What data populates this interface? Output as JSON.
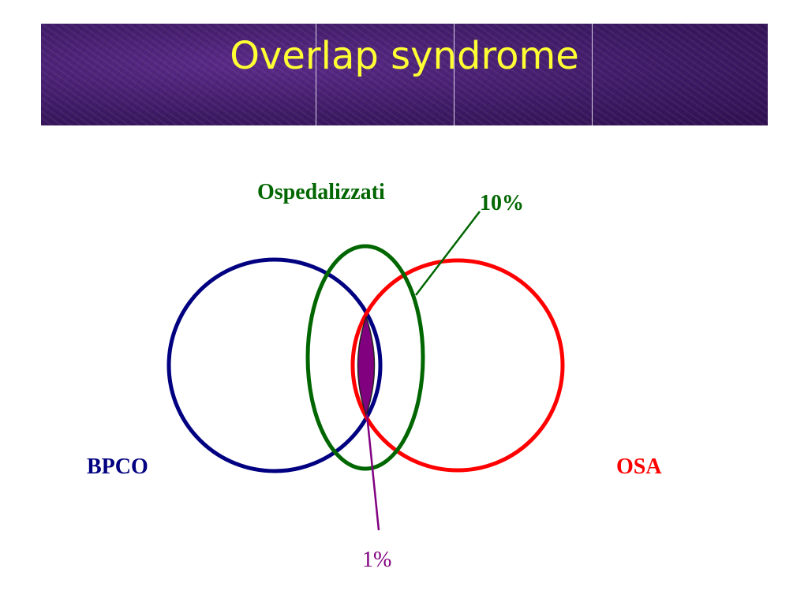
{
  "slide": {
    "title": "Overlap syndrome"
  },
  "labels": {
    "hospitalized": "Ospedalizzati",
    "hospitalized_pct": "10%",
    "bpco": "BPCO",
    "osa": "OSA",
    "overlap_pct": "1%"
  },
  "colors": {
    "title": "#ffff33",
    "banner": "#3d1a64",
    "bpco": "#000080",
    "osa": "#ff0000",
    "hospitalized": "#006600",
    "overlap": "#800080"
  }
}
